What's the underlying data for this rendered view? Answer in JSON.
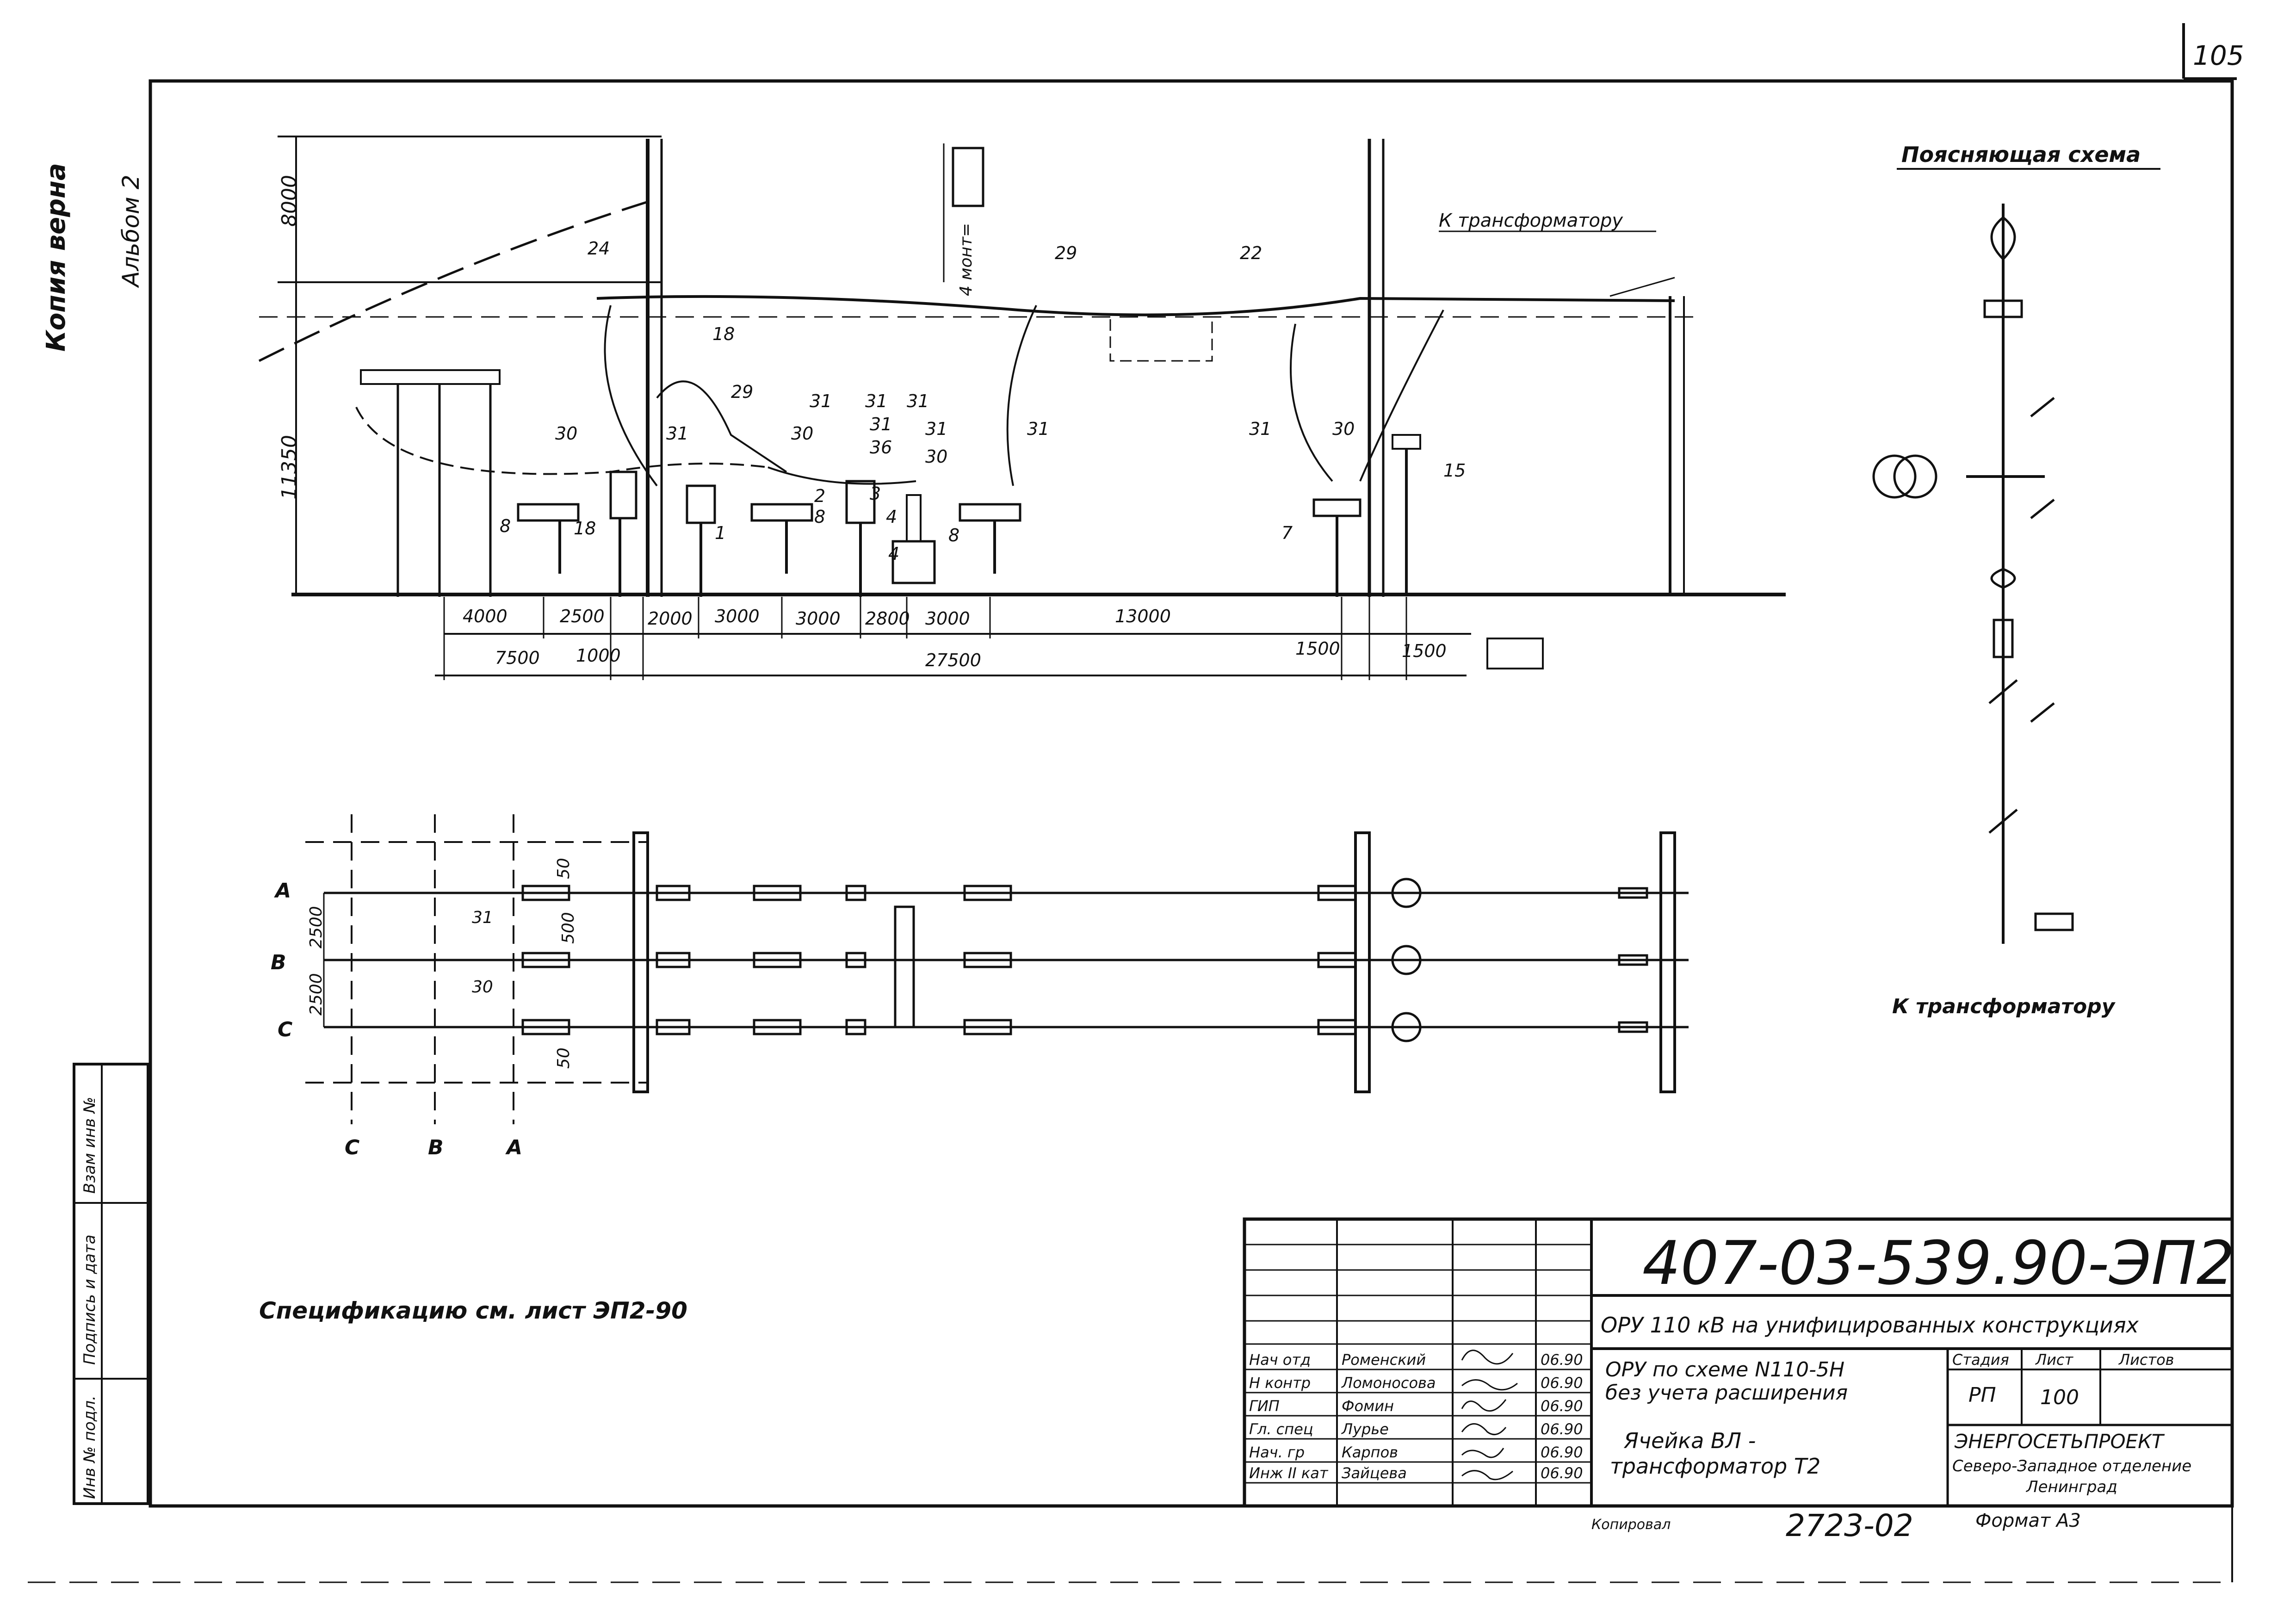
{
  "page_number": "105",
  "margin": {
    "copy_note": "Копия верна",
    "album": "Альбом 2"
  },
  "elevation": {
    "heights": [
      "8000",
      "11350"
    ],
    "h_mount": "4 монт=",
    "to_transformer": "К трансформатору",
    "labels": [
      "24",
      "18",
      "29",
      "22",
      "31",
      "30",
      "31",
      "29",
      "30",
      "31",
      "31",
      "31",
      "36",
      "31",
      "30",
      "31",
      "31",
      "30",
      "15",
      "8",
      "18",
      "1",
      "8",
      "2",
      "4",
      "8",
      "7",
      "3",
      "4"
    ],
    "dims_top": [
      "4000",
      "2500",
      "2000",
      "3000",
      "3000",
      "2800",
      "3000",
      "13000",
      "1500",
      "1500"
    ],
    "dims_bottom": [
      "7500",
      "1000",
      "27500"
    ]
  },
  "plan": {
    "phases_left": [
      "A",
      "B",
      "C"
    ],
    "phases_bottom": [
      "C",
      "B",
      "A"
    ],
    "dims_left": [
      "2500",
      "2500"
    ],
    "dims_inner": [
      "50",
      "500",
      "50"
    ],
    "labels": [
      "31",
      "30"
    ]
  },
  "schematic": {
    "title": "Поясняющая схема",
    "bottom_label": "К трансформатору"
  },
  "spec_note": "Спецификацию  см. лист  ЭП2-90",
  "side_stamp": [
    "Инв № подл.",
    "Подпись и дата",
    "Взам инв №"
  ],
  "title_block": {
    "doc_code": "407-03-539.90-ЭП2",
    "project": "ОРУ  110 кВ  на унифицированных конструкциях",
    "subtitle_1": "ОРУ по схеме N110-5H",
    "subtitle_2": "без учета расширения",
    "sheet_title_1": "Ячейка  ВЛ -",
    "sheet_title_2": "трансформатор  Т2",
    "stage_header": "Стадия",
    "sheet_header": "Лист",
    "sheets_header": "Листов",
    "stage": "РП",
    "sheet": "100",
    "org_1": "ЭНЕРГОСЕТЬПРОЕКТ",
    "org_2": "Северо-Западное отделение",
    "org_3": "Ленинград",
    "roles": [
      {
        "role": "Нач отд",
        "name": "Роменский",
        "date": "06.90"
      },
      {
        "role": "Н контр",
        "name": "Ломоносова",
        "date": "06.90"
      },
      {
        "role": "ГИП",
        "name": "Фомин",
        "date": "06.90"
      },
      {
        "role": "Гл. спец",
        "name": "Лурье",
        "date": "06.90"
      },
      {
        "role": "Нач. гр",
        "name": "Карпов",
        "date": "06.90"
      },
      {
        "role": "Инж II кат",
        "name": "Зайцева",
        "date": "06.90"
      }
    ]
  },
  "footer": {
    "copied": "Копировал",
    "number": "2723-02",
    "format": "Формат А3"
  }
}
